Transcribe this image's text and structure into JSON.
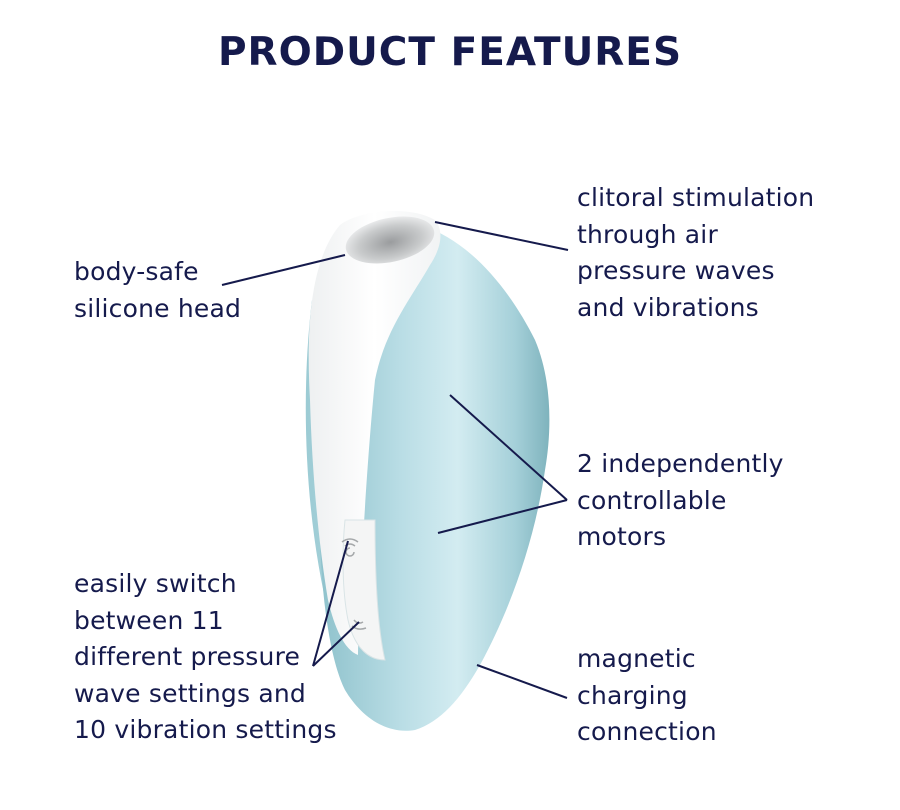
{
  "header": {
    "title": "PRODUCT FEATURES"
  },
  "colors": {
    "text": "#151a4c",
    "line": "#151a4c",
    "body_blue": "#a9d3dc",
    "head_white": "#ffffff"
  },
  "features": [
    {
      "id": "silicone-head",
      "label": "body-safe\nsilicone head"
    },
    {
      "id": "air-pressure",
      "label": "clitoral stimulation\nthrough air\npressure waves\nand vibrations"
    },
    {
      "id": "motors",
      "label": "2 independently\ncontrollable\nmotors"
    },
    {
      "id": "settings",
      "label": "easily switch\nbetween 11\ndifferent pressure\nwave settings and\n10 vibration settings"
    },
    {
      "id": "charging",
      "label": "magnetic\ncharging\nconnection"
    }
  ],
  "device": {
    "buttons": [
      {
        "name": "pressure-wave-power-button",
        "icon": "wave-power-icon"
      },
      {
        "name": "vibration-button",
        "icon": "vibration-icon"
      }
    ]
  }
}
